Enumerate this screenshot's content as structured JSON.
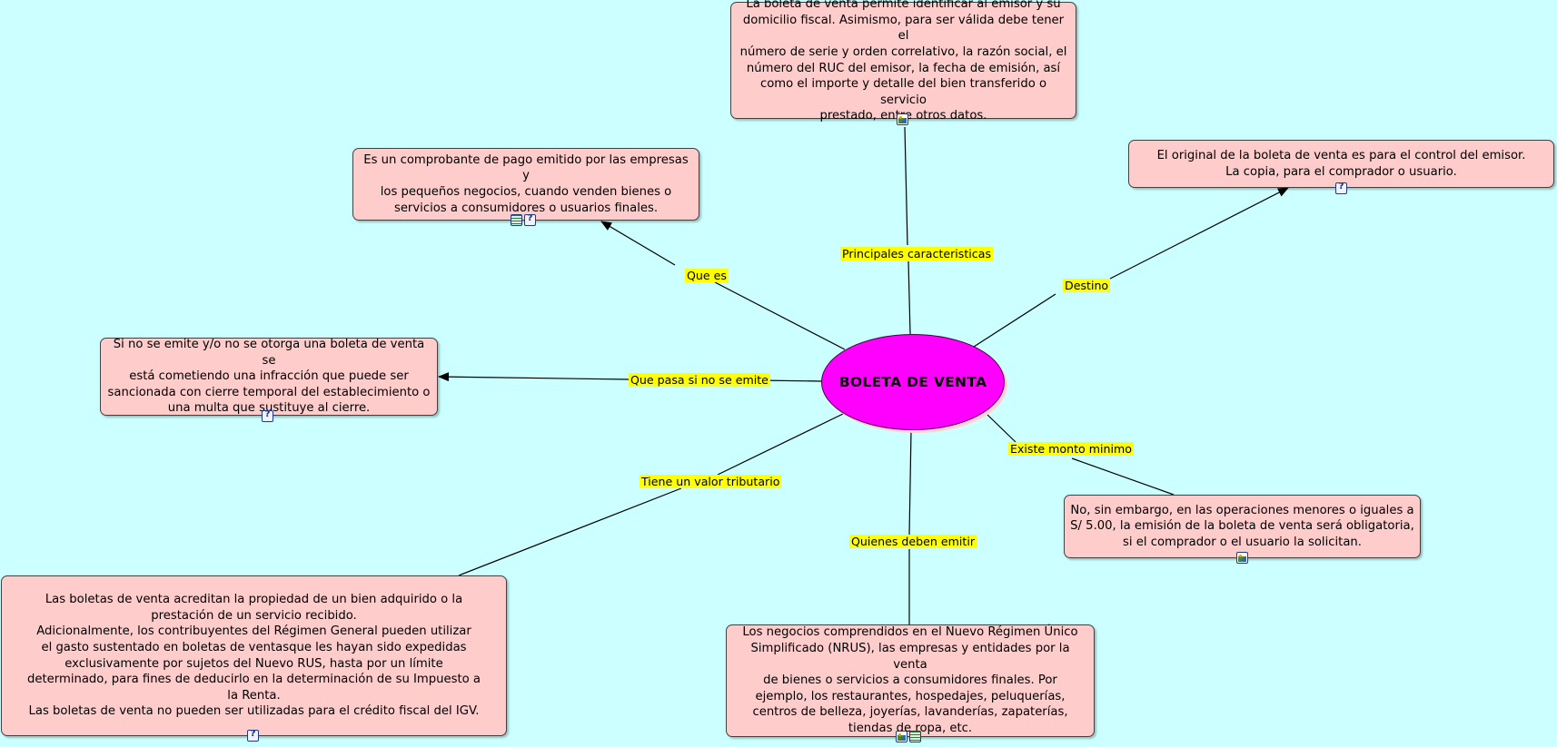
{
  "center_title": "BOLETA DE VENTA",
  "colors": {
    "background": "#ccffff",
    "node_fill": "#ffcccc",
    "center_fill": "#ff00ff",
    "label_fill": "#ffff00"
  },
  "links": {
    "que_es": "Que es",
    "caracteristicas": "Principales caracteristicas",
    "destino": "Destino",
    "que_pasa": "Que pasa si no se emite",
    "valor_tributario": "Tiene un valor tributario",
    "quienes": "Quienes deben emitir",
    "monto": "Existe monto minimo"
  },
  "nodes": {
    "que_es": "Es un comprobante de pago emitido por las empresas y\nlos pequeños negocios, cuando venden bienes o\nservicios a consumidores o usuarios finales.",
    "caracteristicas": "La boleta de venta permite identificar al emisor y su\ndomicilio fiscal. Asimismo, para ser válida debe tener el\nnúmero de serie y orden correlativo, la razón social, el\nnúmero del RUC del emisor, la fecha de emisión, así\ncomo el importe y detalle del bien transferido o servicio\nprestado, entre otros datos.",
    "destino": "El original de la boleta de venta es para el control del emisor.\nLa copia, para el comprador o usuario.",
    "que_pasa": "Si no se emite y/o no se otorga una boleta de venta se\nestá cometiendo una infracción que puede ser\nsancionada con cierre temporal del establecimiento o\nuna multa que sustituye al cierre.",
    "valor_tributario": "Las boletas de venta acreditan la propiedad de un bien adquirido o la\nprestación de un servicio recibido.\nAdicionalmente, los contribuyentes del Régimen General pueden utilizar\nel gasto sustentado en boletas de ventasque les hayan sido expedidas\nexclusivamente por sujetos del Nuevo RUS, hasta por un límite\ndeterminado, para fines de deducirlo en la determinación de su Impuesto a\nla Renta.\nLas boletas de venta no pueden ser utilizadas para el crédito fiscal del IGV.",
    "quienes": "Los negocios comprendidos en el Nuevo Régimen Único\nSimplificado (NRUS), las empresas y entidades por la venta\nde bienes o servicios a consumidores finales. Por\nejemplo, los restaurantes, hospedajes, peluquerías,\ncentros de belleza, joyerías, lavanderías, zapaterías,\ntiendas de ropa, etc.",
    "monto": "No, sin embargo, en las operaciones menores o iguales a\nS/ 5.00, la emisión de la boleta de venta será obligatoria,\nsi el comprador o el usuario la solicitan."
  },
  "icons": {
    "que_es": [
      "spreadsheet-icon",
      "help-icon"
    ],
    "caracteristicas": [
      "image-icon"
    ],
    "destino": [
      "help-icon"
    ],
    "que_pasa": [
      "help-icon"
    ],
    "valor_tributario": [
      "help-icon"
    ],
    "quienes": [
      "image-icon",
      "spreadsheet-icon"
    ],
    "monto": [
      "image-icon"
    ]
  }
}
